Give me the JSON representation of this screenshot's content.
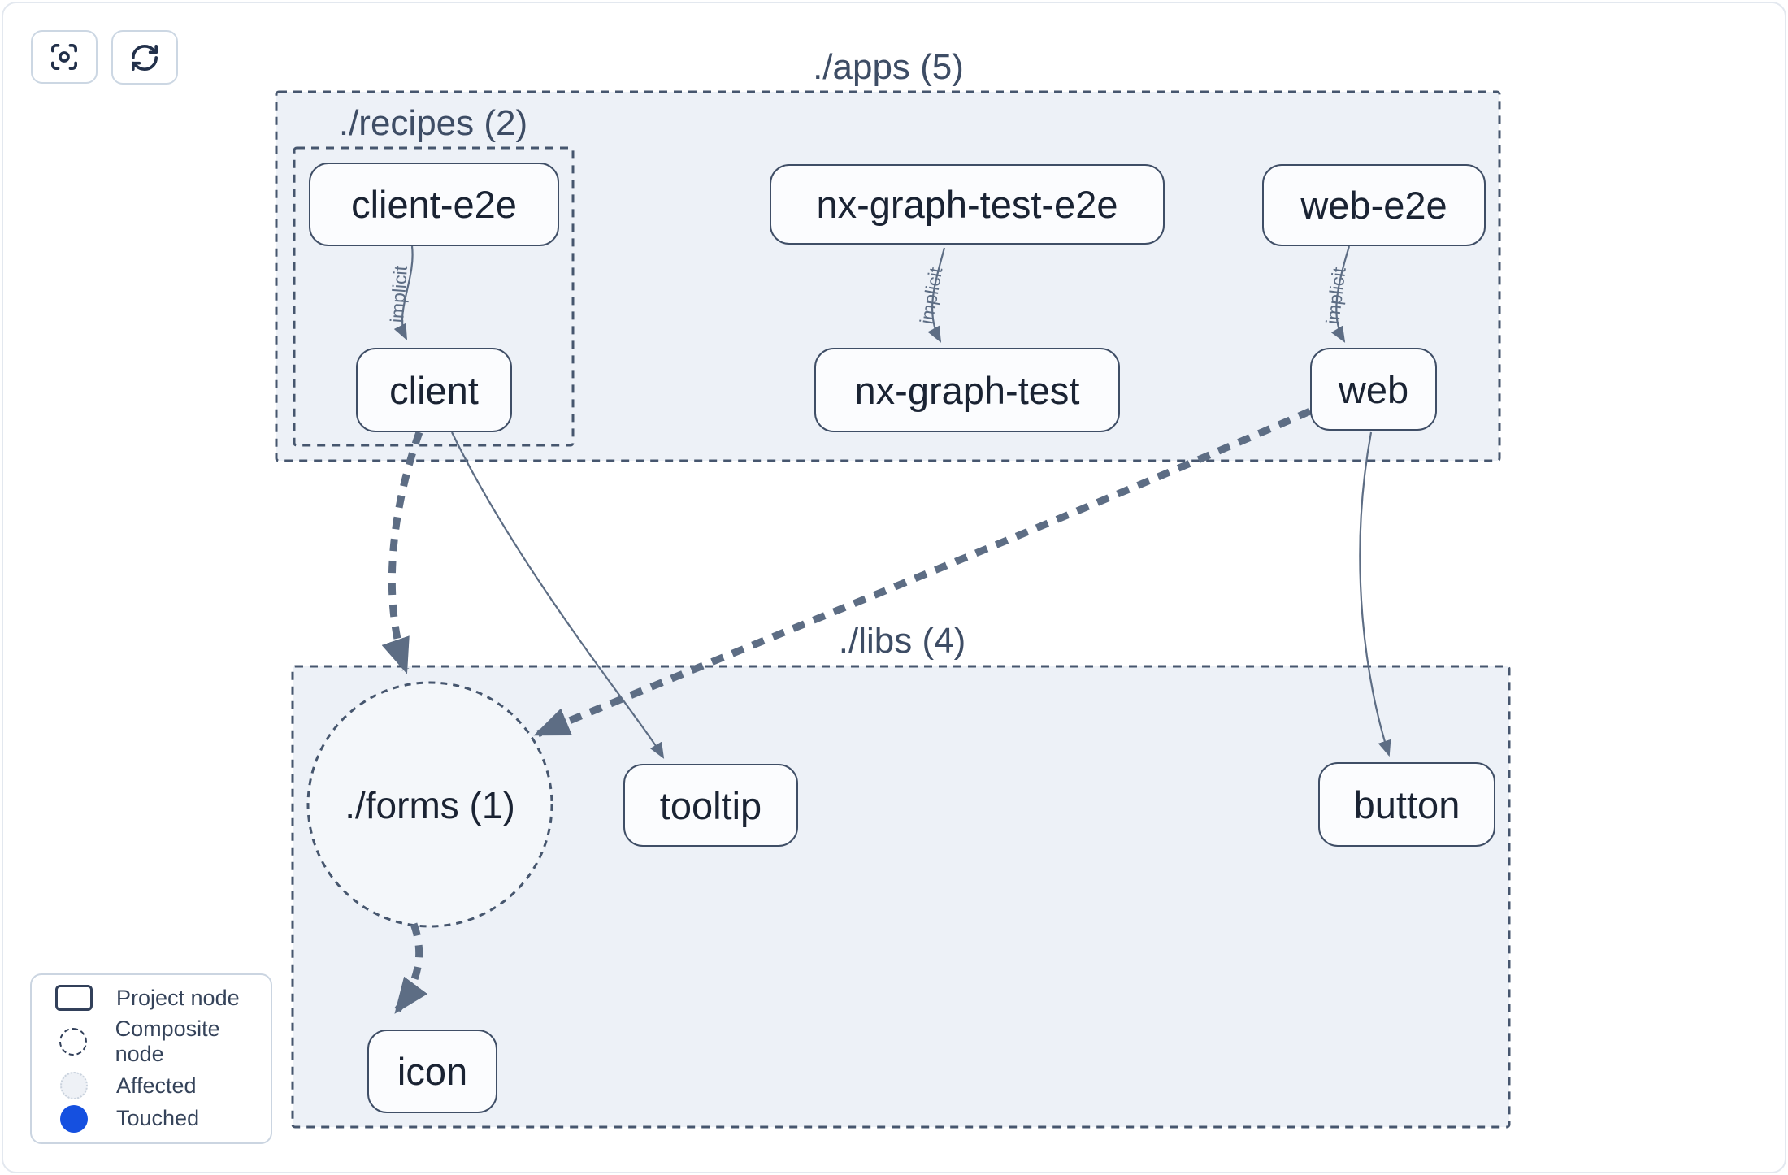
{
  "toolbar": {
    "buttons": [
      {
        "id": "focus",
        "icon": "crosshair-focus-icon"
      },
      {
        "id": "refresh",
        "icon": "refresh-icon"
      }
    ]
  },
  "graph": {
    "groups": [
      {
        "id": "apps",
        "label": "./apps (5)"
      },
      {
        "id": "recipes",
        "label": "./recipes (2)",
        "parent": "apps"
      },
      {
        "id": "libs",
        "label": "./libs (4)"
      }
    ],
    "composite_nodes": [
      {
        "id": "forms",
        "label": "./forms (1)",
        "parent": "libs"
      }
    ],
    "project_nodes": [
      {
        "id": "client-e2e",
        "label": "client-e2e",
        "group": "recipes"
      },
      {
        "id": "client",
        "label": "client",
        "group": "recipes"
      },
      {
        "id": "nx-graph-test-e2e",
        "label": "nx-graph-test-e2e",
        "group": "apps"
      },
      {
        "id": "nx-graph-test",
        "label": "nx-graph-test",
        "group": "apps"
      },
      {
        "id": "web-e2e",
        "label": "web-e2e",
        "group": "apps"
      },
      {
        "id": "web",
        "label": "web",
        "group": "apps"
      },
      {
        "id": "tooltip",
        "label": "tooltip",
        "group": "libs"
      },
      {
        "id": "button",
        "label": "button",
        "group": "libs"
      },
      {
        "id": "icon",
        "label": "icon",
        "group": "libs"
      }
    ],
    "edges": [
      {
        "from": "client-e2e",
        "to": "client",
        "label": "implicit",
        "line": "solid-thin"
      },
      {
        "from": "nx-graph-test-e2e",
        "to": "nx-graph-test",
        "label": "implicit",
        "line": "solid-thin"
      },
      {
        "from": "web-e2e",
        "to": "web",
        "label": "implicit",
        "line": "solid-thin"
      },
      {
        "from": "client",
        "to": "./forms",
        "line": "dashed-thick"
      },
      {
        "from": "client",
        "to": "tooltip",
        "line": "solid-thin"
      },
      {
        "from": "web",
        "to": "./forms",
        "line": "dashed-thick"
      },
      {
        "from": "web",
        "to": "button",
        "line": "solid-thin"
      },
      {
        "from": "./forms",
        "to": "icon",
        "line": "dashed-thick"
      }
    ]
  },
  "legend": {
    "items": [
      {
        "label": "Project node",
        "swatch": "project-rect"
      },
      {
        "label": "Composite node",
        "swatch": "composite-dashed-circle"
      },
      {
        "label": "Affected",
        "swatch": "affected-circle"
      },
      {
        "label": "Touched",
        "swatch": "touched-circle"
      }
    ]
  },
  "colors": {
    "group_fill": "#edf1f7",
    "composite_fill": "#f4f7fa",
    "node_fill": "#fbfcfe",
    "node_border": "#3f4e66",
    "node_text": "#1a2333",
    "group_border": "#46566e",
    "group_title": "#3e4d65",
    "edge": "#5d6d84",
    "touched_blue": "#1550e0",
    "affected_fill": "#eef1f6"
  }
}
